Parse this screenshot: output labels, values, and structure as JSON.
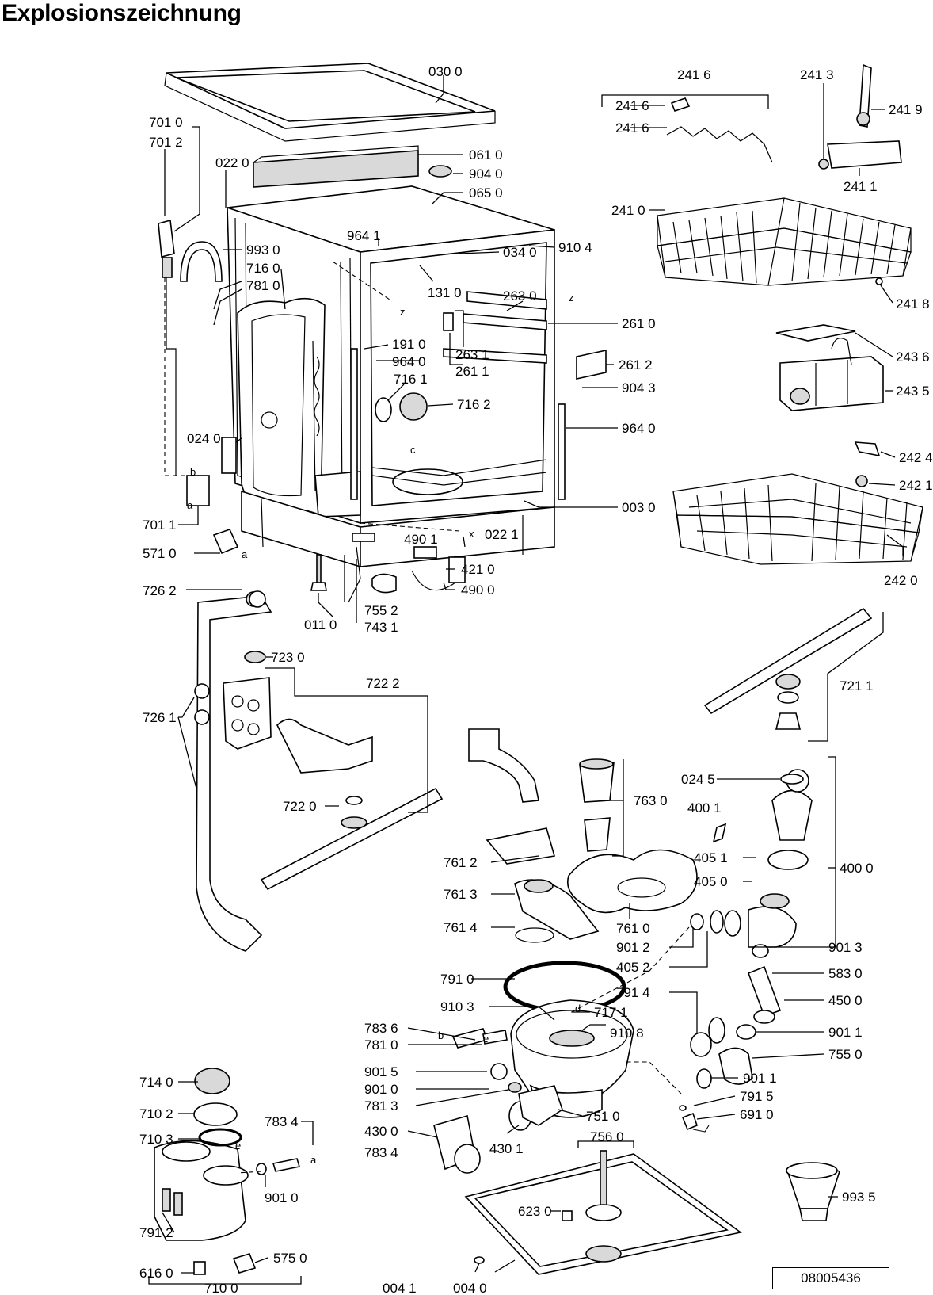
{
  "title": "Explosionszeichnung",
  "document_number": "08005436",
  "callouts": {
    "c0300": "030 0",
    "c0610": "061 0",
    "c9040": "904 0",
    "c0650": "065 0",
    "c9104": "910 4",
    "c0340": "034 0",
    "c9641": "964 1",
    "c0220": "022 0",
    "c7010": "701 0",
    "c7012": "701 2",
    "c9930": "993 0",
    "c7160": "716 0",
    "c7810": "781 0",
    "c1310": "131 0",
    "c2630": "263 0",
    "c2610": "261 0",
    "c1910": "191 0",
    "c9640a": "964 0",
    "c2631": "263 1",
    "c2611": "261 1",
    "c2612": "261 2",
    "c7161": "716 1",
    "c7162": "716 2",
    "c9043": "904 3",
    "c9640b": "964 0",
    "c0240": "024 0",
    "c7011": "701 1",
    "c5710": "571 0",
    "c0030": "003 0",
    "c4901": "490 1",
    "c0221": "022 1",
    "c4210": "421 0",
    "c4900": "490 0",
    "c7552": "755 2",
    "c0110": "011 0",
    "c7431": "743 1",
    "c7262": "726 2",
    "c7230": "723 0",
    "c7222": "722 2",
    "c7261": "726 1",
    "c7220": "722 0",
    "c2416a": "241 6",
    "c2416b": "241 6",
    "c2416c": "241 6",
    "c2413": "241 3",
    "c2419": "241 9",
    "c2411": "241 1",
    "c2410": "241 0",
    "c2418": "241 8",
    "c2436": "243 6",
    "c2435": "243 5",
    "c2424": "242 4",
    "c2421": "242 1",
    "c2420": "242 0",
    "c7211": "721 1",
    "c0245": "024 5",
    "c4001": "400 1",
    "c4000": "400 0",
    "c4051": "405 1",
    "c4050": "405 0",
    "c7630": "763 0",
    "c7612": "761 2",
    "c7613": "761 3",
    "c7614": "761 4",
    "c7610": "761 0",
    "c9012": "901 2",
    "c4052": "405 2",
    "c9013": "901 3",
    "c5830": "583 0",
    "c4500": "450 0",
    "c7910": "791 0",
    "c7914": "791 4",
    "c9103": "910 3",
    "c7171": "717 1",
    "c9108": "910 8",
    "c9011a": "901 1",
    "c7550": "755 0",
    "c9011b": "901 1",
    "c7915": "791 5",
    "c6910": "691 0",
    "c7836": "783 6",
    "c7810b": "781 0",
    "c9015": "901 5",
    "c9010a": "901 0",
    "c7813": "781 3",
    "c7510": "751 0",
    "c4300": "430 0",
    "c7834a": "783 4",
    "c4301": "430 1",
    "c7140": "714 0",
    "c7102": "710 2",
    "c7103": "710 3",
    "c7834b": "783 4",
    "c9010b": "901 0",
    "c7912": "791 2",
    "c6160": "616 0",
    "c5750": "575 0",
    "c7100": "710 0",
    "c7560": "756 0",
    "c6230": "623 0",
    "c0041": "004 1",
    "c0040": "004 0",
    "c9935": "993 5"
  },
  "connector_letters": {
    "la1": "a",
    "lb1": "b",
    "la2": "a",
    "lc": "c",
    "lx": "x",
    "lz1": "z",
    "lz2": "z",
    "lb2": "b",
    "le1": "e",
    "ld": "d",
    "le2": "e",
    "la3": "a"
  }
}
